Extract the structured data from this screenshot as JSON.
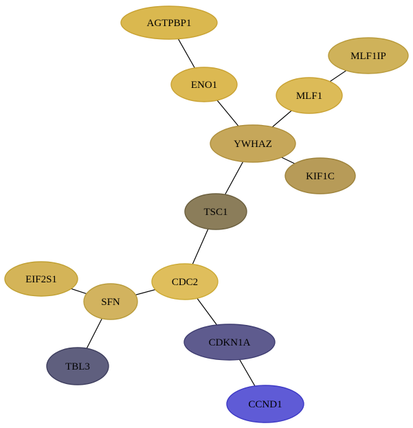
{
  "nodes": [
    {
      "id": "AGTPBP1",
      "label": "AGTPBP1",
      "fill": "#dab84f",
      "stroke": "#c8a232",
      "text": "#000000"
    },
    {
      "id": "ENO1",
      "label": "ENO1",
      "fill": "#dcb952",
      "stroke": "#c9a233",
      "text": "#000000"
    },
    {
      "id": "MLF1IP",
      "label": "MLF1IP",
      "fill": "#cfb25a",
      "stroke": "#b89a3a",
      "text": "#000000"
    },
    {
      "id": "MLF1",
      "label": "MLF1",
      "fill": "#dcbb58",
      "stroke": "#c9a233",
      "text": "#000000"
    },
    {
      "id": "YWHAZ",
      "label": "YWHAZ",
      "fill": "#c6a75a",
      "stroke": "#ae8e3a",
      "text": "#000000"
    },
    {
      "id": "KIF1C",
      "label": "KIF1C",
      "fill": "#b79b58",
      "stroke": "#9d823a",
      "text": "#000000"
    },
    {
      "id": "TSC1",
      "label": "TSC1",
      "fill": "#8b7d5a",
      "stroke": "#6b5f3e",
      "text": "#000000"
    },
    {
      "id": "EIF2S1",
      "label": "EIF2S1",
      "fill": "#d4b458",
      "stroke": "#c0a032",
      "text": "#000000"
    },
    {
      "id": "CDC2",
      "label": "CDC2",
      "fill": "#dfbe5c",
      "stroke": "#ccaa34",
      "text": "#000000"
    },
    {
      "id": "SFN",
      "label": "SFN",
      "fill": "#d2b35f",
      "stroke": "#b99c3c",
      "text": "#000000"
    },
    {
      "id": "CDKN1A",
      "label": "CDKN1A",
      "fill": "#5e5b8e",
      "stroke": "#3e3c70",
      "text": "#000000"
    },
    {
      "id": "TBL3",
      "label": "TBL3",
      "fill": "#5f5f7e",
      "stroke": "#3e3e5e",
      "text": "#000000"
    },
    {
      "id": "CCND1",
      "label": "CCND1",
      "fill": "#5f5bd6",
      "stroke": "#3c38c4",
      "text": "#000000"
    }
  ],
  "edges": [
    [
      "AGTPBP1",
      "ENO1"
    ],
    [
      "ENO1",
      "YWHAZ"
    ],
    [
      "MLF1IP",
      "MLF1"
    ],
    [
      "MLF1",
      "YWHAZ"
    ],
    [
      "YWHAZ",
      "KIF1C"
    ],
    [
      "YWHAZ",
      "TSC1"
    ],
    [
      "TSC1",
      "CDC2"
    ],
    [
      "CDC2",
      "SFN"
    ],
    [
      "EIF2S1",
      "SFN"
    ],
    [
      "SFN",
      "TBL3"
    ],
    [
      "CDC2",
      "CDKN1A"
    ],
    [
      "CDKN1A",
      "CCND1"
    ]
  ]
}
